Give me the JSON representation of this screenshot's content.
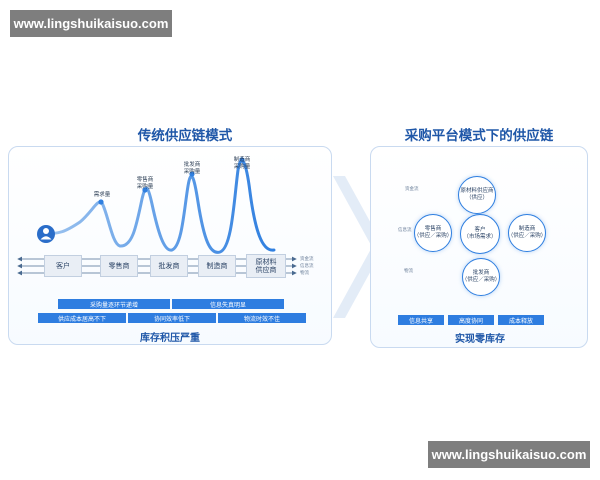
{
  "watermark": {
    "text": "www.lingshuikaisuo.com"
  },
  "left": {
    "title": "传统供应链模式",
    "curve_labels": [
      "需求量",
      "零售商\n采购量",
      "批发商\n采购量",
      "制造商\n采购量"
    ],
    "nodes": [
      "客户",
      "零售商",
      "批发商",
      "制造商",
      "原材料\n供应商"
    ],
    "flow_labels": [
      "资金流",
      "信息流",
      "物流"
    ],
    "bars_row1": [
      "采购量逐环节递增",
      "信息失真明显"
    ],
    "bars_row2": [
      "供应成本居高不下",
      "协同效率低下",
      "物流时效不佳"
    ],
    "summary": "库存积压严重"
  },
  "right": {
    "title": "采购平台模式下的供应链",
    "center": "客户\n（市场需求）",
    "top": "原材料供应商\n（供应）",
    "left_node": "零售商\n（供应／采购）",
    "right_node": "制造商\n（供应／采购）",
    "bottom": "批发商\n（供应／采购）",
    "orbit_labels": [
      "资金流",
      "信息流",
      "物流"
    ],
    "bars": [
      "信息共享",
      "高度协同",
      "成本释放"
    ],
    "summary": "实现零库存"
  }
}
